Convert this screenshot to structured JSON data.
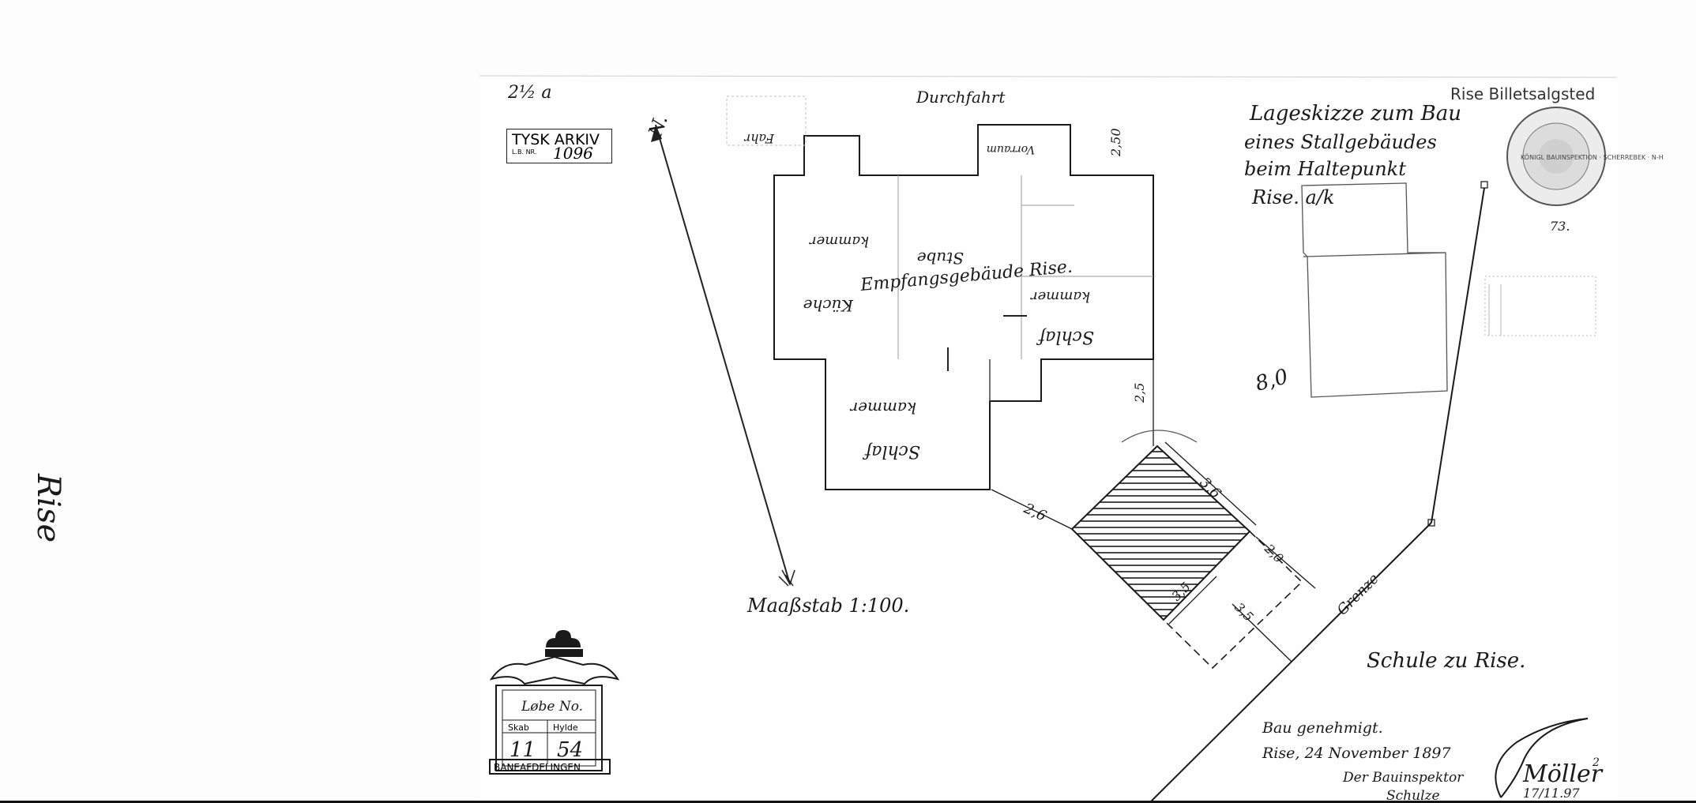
{
  "archive_stamp": {
    "title": "TYSK ARKIV",
    "lb_label": "L.B. NR.",
    "lb_number": "1096"
  },
  "margin_note_top": "2½ a",
  "margin_note_left": "Rise",
  "header_right": "Rise Billetsalgsted",
  "title_note": [
    "Lageskizze zum Bau",
    "eines Stallgebäudes",
    "beim Haltepunkt",
    "Rise. a/k"
  ],
  "north_label": "N.",
  "scale_note": "Maaßstab 1:100.",
  "building_name": "Empfangsgebäude Rise.",
  "room_labels": {
    "kuche": "Küche",
    "stube": "Stube",
    "kammer_upper": "kammer",
    "schlaf_upper": "Schlaf",
    "kammer_upper2": "kammer",
    "kammer_lower": "kammer",
    "schlaf_lower": "Schlaf",
    "vorraum": "Vorraum",
    "fahr": "Fahr",
    "eingang": "Durchfahrt"
  },
  "dimensions": {
    "d1": "2,5",
    "d2": "3,6",
    "d3": "2,6",
    "d4": "2,0",
    "d5": "3,5",
    "d6": "3,5",
    "d7": "2,50",
    "d8": "8,0"
  },
  "grenze_label": "Grenze",
  "school_label": "Schule zu Rise.",
  "signature_block": {
    "line1": "Bau genehmigt.",
    "line2": "Rise, 24 November 1897",
    "line3": "Der Bauinspektor",
    "line4": "Schulze",
    "signature": "Möller",
    "date": "17/11.97",
    "suffix": "2"
  },
  "royal_seal": {
    "text": "KÖNIGL BAUINSPEKTION · SCHERREBEK · N-H",
    "number": "73."
  },
  "archive_frame": {
    "header": "Løbe No.",
    "col1": "Skab",
    "col2": "Hylde",
    "val1": "11",
    "val2": "54",
    "footer": "BANEAFDELINGEN"
  }
}
